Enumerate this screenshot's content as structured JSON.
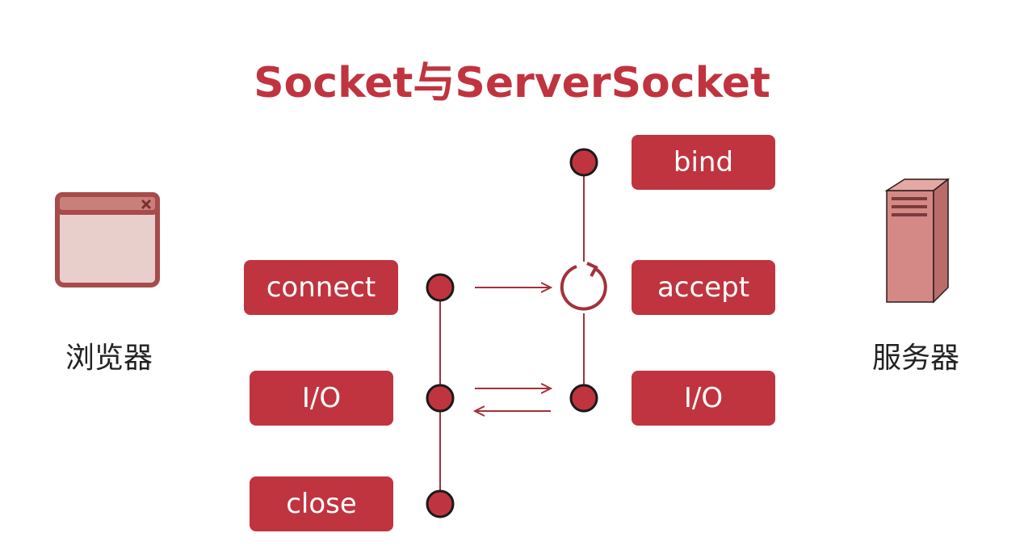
{
  "title": "Socket与ServerSocket",
  "client": {
    "label": "浏览器",
    "icon": "browser-window-icon",
    "steps": {
      "connect": "connect",
      "io": "I/O",
      "close": "close"
    }
  },
  "server": {
    "label": "服务器",
    "icon": "server-tower-icon",
    "steps": {
      "bind": "bind",
      "accept": "accept",
      "io": "I/O"
    }
  },
  "colors": {
    "accent": "#c0343f",
    "line": "#a3313a",
    "icon_fill": "#e8cfcc",
    "server_fill": "#cf7f7e",
    "dark": "#1a1a1a"
  }
}
